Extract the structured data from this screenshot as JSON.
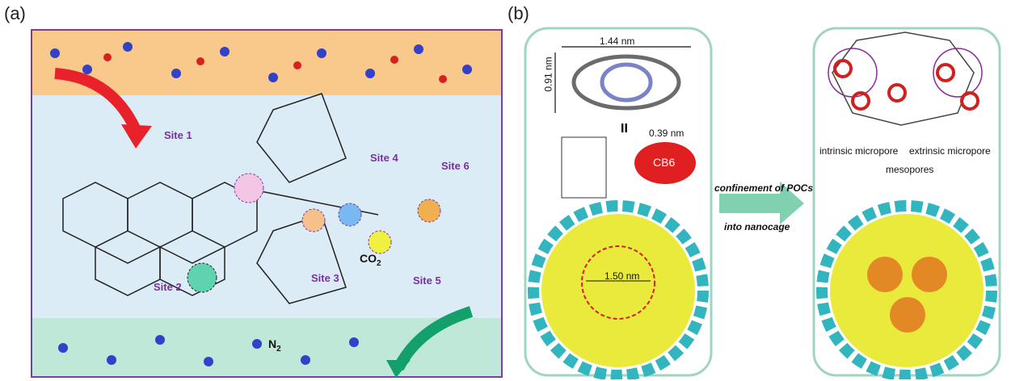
{
  "panel_a": {
    "label": "(a)",
    "sites": [
      "Site 1",
      "Site 2",
      "Site 3",
      "Site 4",
      "Site 5",
      "Site 6"
    ],
    "gas_co2": "CO",
    "gas_co2_sub": "2",
    "gas_n2": "N",
    "gas_n2_sub": "2",
    "colors": {
      "border": "#7b3fa0",
      "top_band": "#f8c98a",
      "middle": "#dcecf7",
      "bottom_band": "#bfe8d9",
      "arrow_red": "#e8212b",
      "arrow_green": "#14a06a"
    }
  },
  "panel_b": {
    "label": "(b)",
    "dim_width": "1.44 nm",
    "dim_height": "0.91 nm",
    "roman": "II",
    "cb6_dim": "0.39 nm",
    "cb6_label": "CB6",
    "cage_dim": "1.50 nm",
    "arrow_top": "confinement of POCs",
    "arrow_bottom": "into nanocage",
    "pore_intrinsic": "intrinsic micropore",
    "pore_extrinsic": "extrinsic micropore",
    "pore_meso": "mesopores",
    "colors": {
      "box_border": "#9fd6bd",
      "arrow": "#7fd1b0",
      "cb6": "#e02020",
      "sphere": "#e6e61a"
    }
  }
}
